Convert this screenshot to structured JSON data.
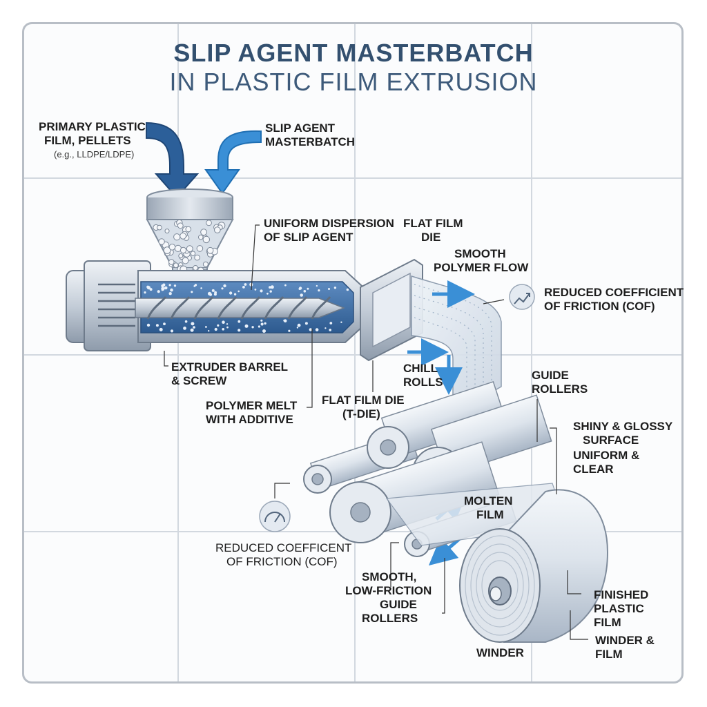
{
  "title": {
    "line1": "SLIP AGENT MASTERBATCH",
    "line2": "IN PLASTIC FILM EXTRUSION"
  },
  "labels": {
    "primary_pellets_1": "PRIMARY PLASTIC",
    "primary_pellets_2": "FILM, PELLETS",
    "primary_pellets_example": "(e.g., LLDPE/LDPE)",
    "masterbatch_1": "SLIP AGENT",
    "masterbatch_2": "MASTERBATCH",
    "dispersion_1": "UNIFORM DISPERSION",
    "dispersion_2": "OF SLIP AGENT",
    "flat_die_top_1": "FLAT FILM",
    "flat_die_top_2": "DIE",
    "smooth_flow_1": "SMOOTH",
    "smooth_flow_2": "POLYMER FLOW",
    "cof_right_1": "REDUCED COEFFICIENT",
    "cof_right_2": "OF FRICTION (COF)",
    "barrel_1": "EXTRUDER BARREL",
    "barrel_2": "& SCREW",
    "chill_1": "CHILL",
    "chill_2": "ROLLS",
    "guide_1": "GUIDE",
    "guide_2": "ROLLERS",
    "melt_1": "POLYMER MELT",
    "melt_2": "WITH ADDITIVE",
    "tdie_1": "FLAT FILM DIE",
    "tdie_2": "(T-DIE)",
    "shiny_1": "SHINY & GLOSSY",
    "shiny_2": "SURFACE",
    "shiny_3": "UNIFORM &",
    "shiny_4": "CLEAR",
    "molten_1": "MOLTEN",
    "molten_2": "FILM",
    "cof_left_1": "REDUCED COEFFICENT",
    "cof_left_2": "OF FRICTION (COF)",
    "smooth_rollers_1": "SMOOTH,",
    "smooth_rollers_2": "LOW-FRICTION",
    "smooth_rollers_3": "GUIDE",
    "smooth_rollers_4": "ROLLERS",
    "finished_1": "FINISHED",
    "finished_2": "PLASTIC",
    "finished_3": "FILM",
    "winder_film_1": "WINDER &",
    "winder_film_2": "FILM",
    "winder": "WINDER"
  },
  "colors": {
    "title": "#33506f",
    "arrow_dark": "#2c5f99",
    "arrow_light": "#3a8fd6",
    "metal": "#b9c3cf",
    "melt": "#3b6ea8",
    "grid": "#d2d8df"
  },
  "icons": [
    "chart-trend-icon",
    "gauge-icon"
  ]
}
